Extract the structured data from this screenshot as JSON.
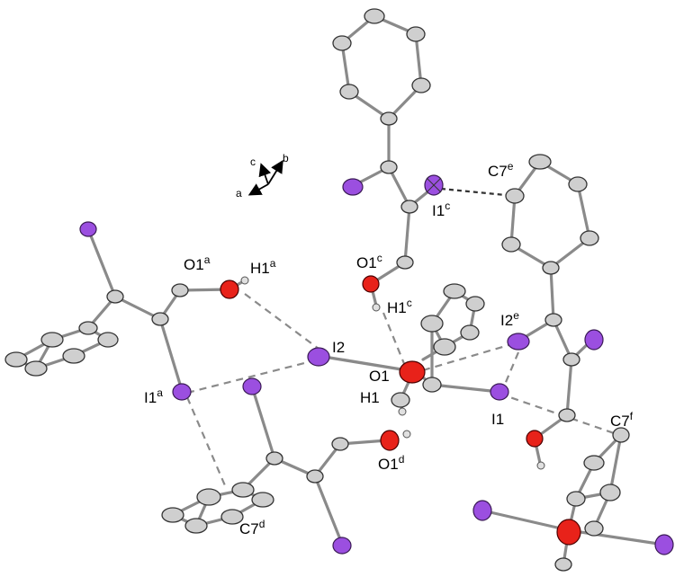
{
  "labels": {
    "o1a": "O1",
    "o1a_sup": "a",
    "h1a": "H1",
    "h1a_sup": "a",
    "i2": "I2",
    "i1a": "I1",
    "i1a_sup": "a",
    "o1": "O1",
    "h1": "H1",
    "o1d": "O1",
    "o1d_sup": "d",
    "c7d": "C7",
    "c7d_sup": "d",
    "o1c": "O1",
    "o1c_sup": "c",
    "h1c": "H1",
    "h1c_sup": "c",
    "i1c": "I1",
    "i1c_sup": "c",
    "c7e": "C7",
    "c7e_sup": "e",
    "i2e": "I2",
    "i2e_sup": "e",
    "i1": "I1",
    "c7f": "C7",
    "c7f_sup": "f"
  },
  "axes": {
    "a": "a",
    "b": "b",
    "c": "c"
  },
  "colors": {
    "carbon": "#cfcfcf",
    "iodine": "#9b4fe0",
    "oxygen": "#e8221a",
    "hydrogen": "#e0e0e0",
    "bond": "#8a8a8a"
  }
}
